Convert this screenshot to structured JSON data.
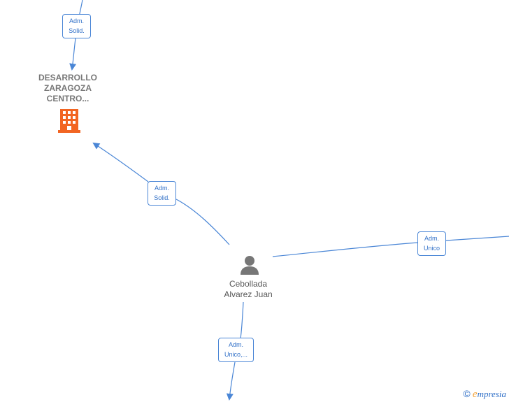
{
  "nodes": {
    "company": {
      "label_lines": [
        "DESARROLLO",
        "ZARAGOZA",
        "CENTRO..."
      ],
      "icon": "building-icon",
      "icon_color": "#f26522"
    },
    "person": {
      "label_lines": [
        "Cebollada",
        "Alvarez Juan"
      ],
      "icon": "person-icon",
      "icon_color": "#777777"
    }
  },
  "edges": {
    "top_to_company": {
      "lines": [
        "Adm.",
        "Solid."
      ]
    },
    "person_to_company": {
      "lines": [
        "Adm.",
        "Solid."
      ]
    },
    "person_to_right": {
      "lines": [
        "Adm.",
        "Unico"
      ]
    },
    "person_to_bottom": {
      "lines": [
        "Adm.",
        "Unico,..."
      ]
    }
  },
  "colors": {
    "edge": "#4a86d6",
    "edge_text": "#2f6fc7"
  },
  "watermark": {
    "symbol": "©",
    "brand_initial": "e",
    "brand_rest": "mpresia"
  }
}
